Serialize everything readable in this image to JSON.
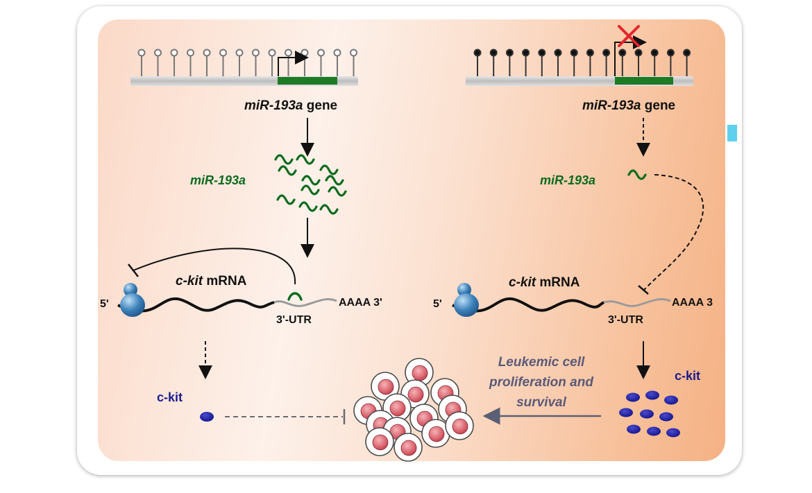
{
  "left": {
    "gene_italic": "miR-193a",
    "gene_suffix": " gene",
    "mirna_label": "miR-193a",
    "mrna_italic": "c-kit",
    "mrna_suffix": " mRNA",
    "five_prime": "5'",
    "polya": "AAAA 3'",
    "utr": "3'-UTR",
    "protein": "c-kit"
  },
  "right": {
    "gene_italic": "miR-193a",
    "gene_suffix": " gene",
    "mirna_label": "miR-193a",
    "mrna_italic": "c-kit",
    "mrna_suffix": " mRNA",
    "five_prime": "5'",
    "polya": "AAAA 3",
    "utr": "3'-UTR",
    "protein": "c-kit"
  },
  "outcome": {
    "line1": "Leukemic cell",
    "line2": "proliferation and",
    "line3": "survival"
  },
  "colors": {
    "gene_green": "#1e7a24",
    "mirna_green": "#0d6b1e",
    "protein_blue": "#1a1a8f",
    "outcome_text": "#5a5a78",
    "blocked_x": "#e4252c",
    "methyl_filled": "#111111",
    "ribosome": "#3a7fb8"
  }
}
